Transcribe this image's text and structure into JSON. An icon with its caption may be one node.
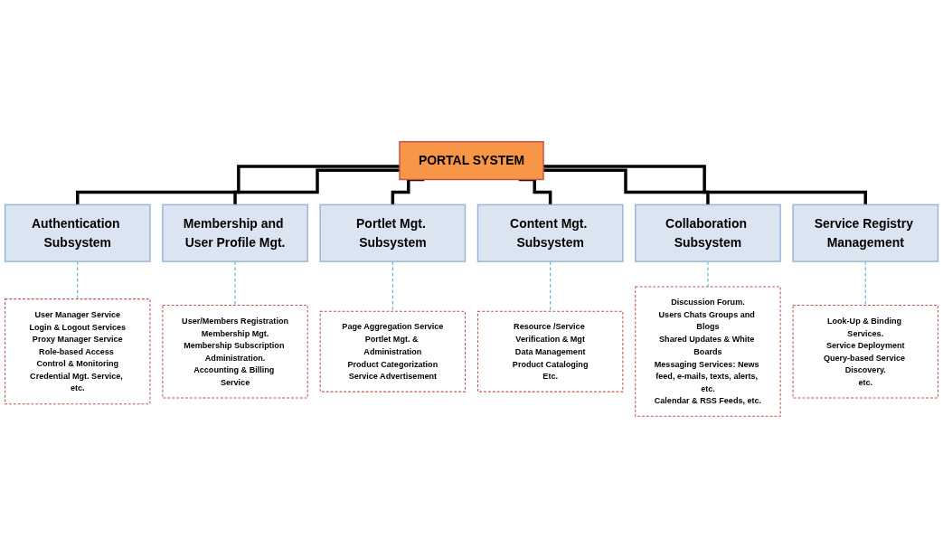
{
  "diagram": {
    "nodes": [
      {
        "text": [
          "PORTAL SYSTEM"
        ]
      },
      {
        "text": [
          "Authentication Subsystem"
        ]
      },
      {
        "text": [
          "Membership and User Profile Mgt."
        ]
      },
      {
        "text": [
          "Portlet Mgt. Subsystem"
        ]
      },
      {
        "text": [
          "Content Mgt. Subsystem"
        ]
      },
      {
        "text": [
          "Collaboration Subsystem"
        ]
      },
      {
        "text": [
          "Service Registry Management"
        ]
      },
      {
        "text": [
          "User Manager Service",
          "Login & Logout Services",
          "Proxy Manager Service",
          "Role-based Access Control & Monitoring",
          "Credential Mgt. Service, etc."
        ]
      },
      {
        "text": [
          "User/Members Registration",
          "Membership Mgt.",
          "Membership Subscription Administration.",
          "Accounting & Billing Service"
        ]
      },
      {
        "text": [
          "Page Aggregation Service",
          "Portlet Mgt. & Administration",
          "Product Categorization",
          "Service Advertisement"
        ]
      },
      {
        "text": [
          "Resource /Service Verification & Mgt",
          "Data Management",
          "Product Cataloging",
          "Etc."
        ]
      },
      {
        "text": [
          "Discussion Forum.",
          "Users Chats Groups and Blogs",
          "Shared Updates & White Boards",
          "Messaging Services: News feed, e-mails, texts, alerts, etc.",
          "Calendar & RSS Feeds, etc."
        ]
      },
      {
        "text": [
          "Look-Up & Binding Services.",
          "Service Deployment",
          "Query-based Service Discovery.",
          "etc."
        ]
      }
    ],
    "edges": [
      {
        "from": 0,
        "to": 1,
        "arrow": "none",
        "style": "thick"
      },
      {
        "from": 0,
        "to": 2,
        "arrow": "none",
        "style": "thick"
      },
      {
        "from": 0,
        "to": 3,
        "arrow": "none",
        "style": "thick"
      },
      {
        "from": 0,
        "to": 4,
        "arrow": "none",
        "style": "thick"
      },
      {
        "from": 0,
        "to": 5,
        "arrow": "none",
        "style": "thick"
      },
      {
        "from": 0,
        "to": 6,
        "arrow": "none",
        "style": "thick"
      },
      {
        "from": 1,
        "to": 7,
        "arrow": "none",
        "style": "dashed",
        "color": "#4bacc6"
      },
      {
        "from": 2,
        "to": 8,
        "arrow": "none",
        "style": "dashed",
        "color": "#4bacc6"
      },
      {
        "from": 3,
        "to": 9,
        "arrow": "none",
        "style": "dashed",
        "color": "#4bacc6"
      },
      {
        "from": 4,
        "to": 10,
        "arrow": "none",
        "style": "dashed",
        "color": "#4bacc6"
      },
      {
        "from": 5,
        "to": 11,
        "arrow": "none",
        "style": "dashed",
        "color": "#4bacc6"
      },
      {
        "from": 6,
        "to": 12,
        "arrow": "none",
        "style": "dashed",
        "color": "#4bacc6"
      }
    ]
  }
}
